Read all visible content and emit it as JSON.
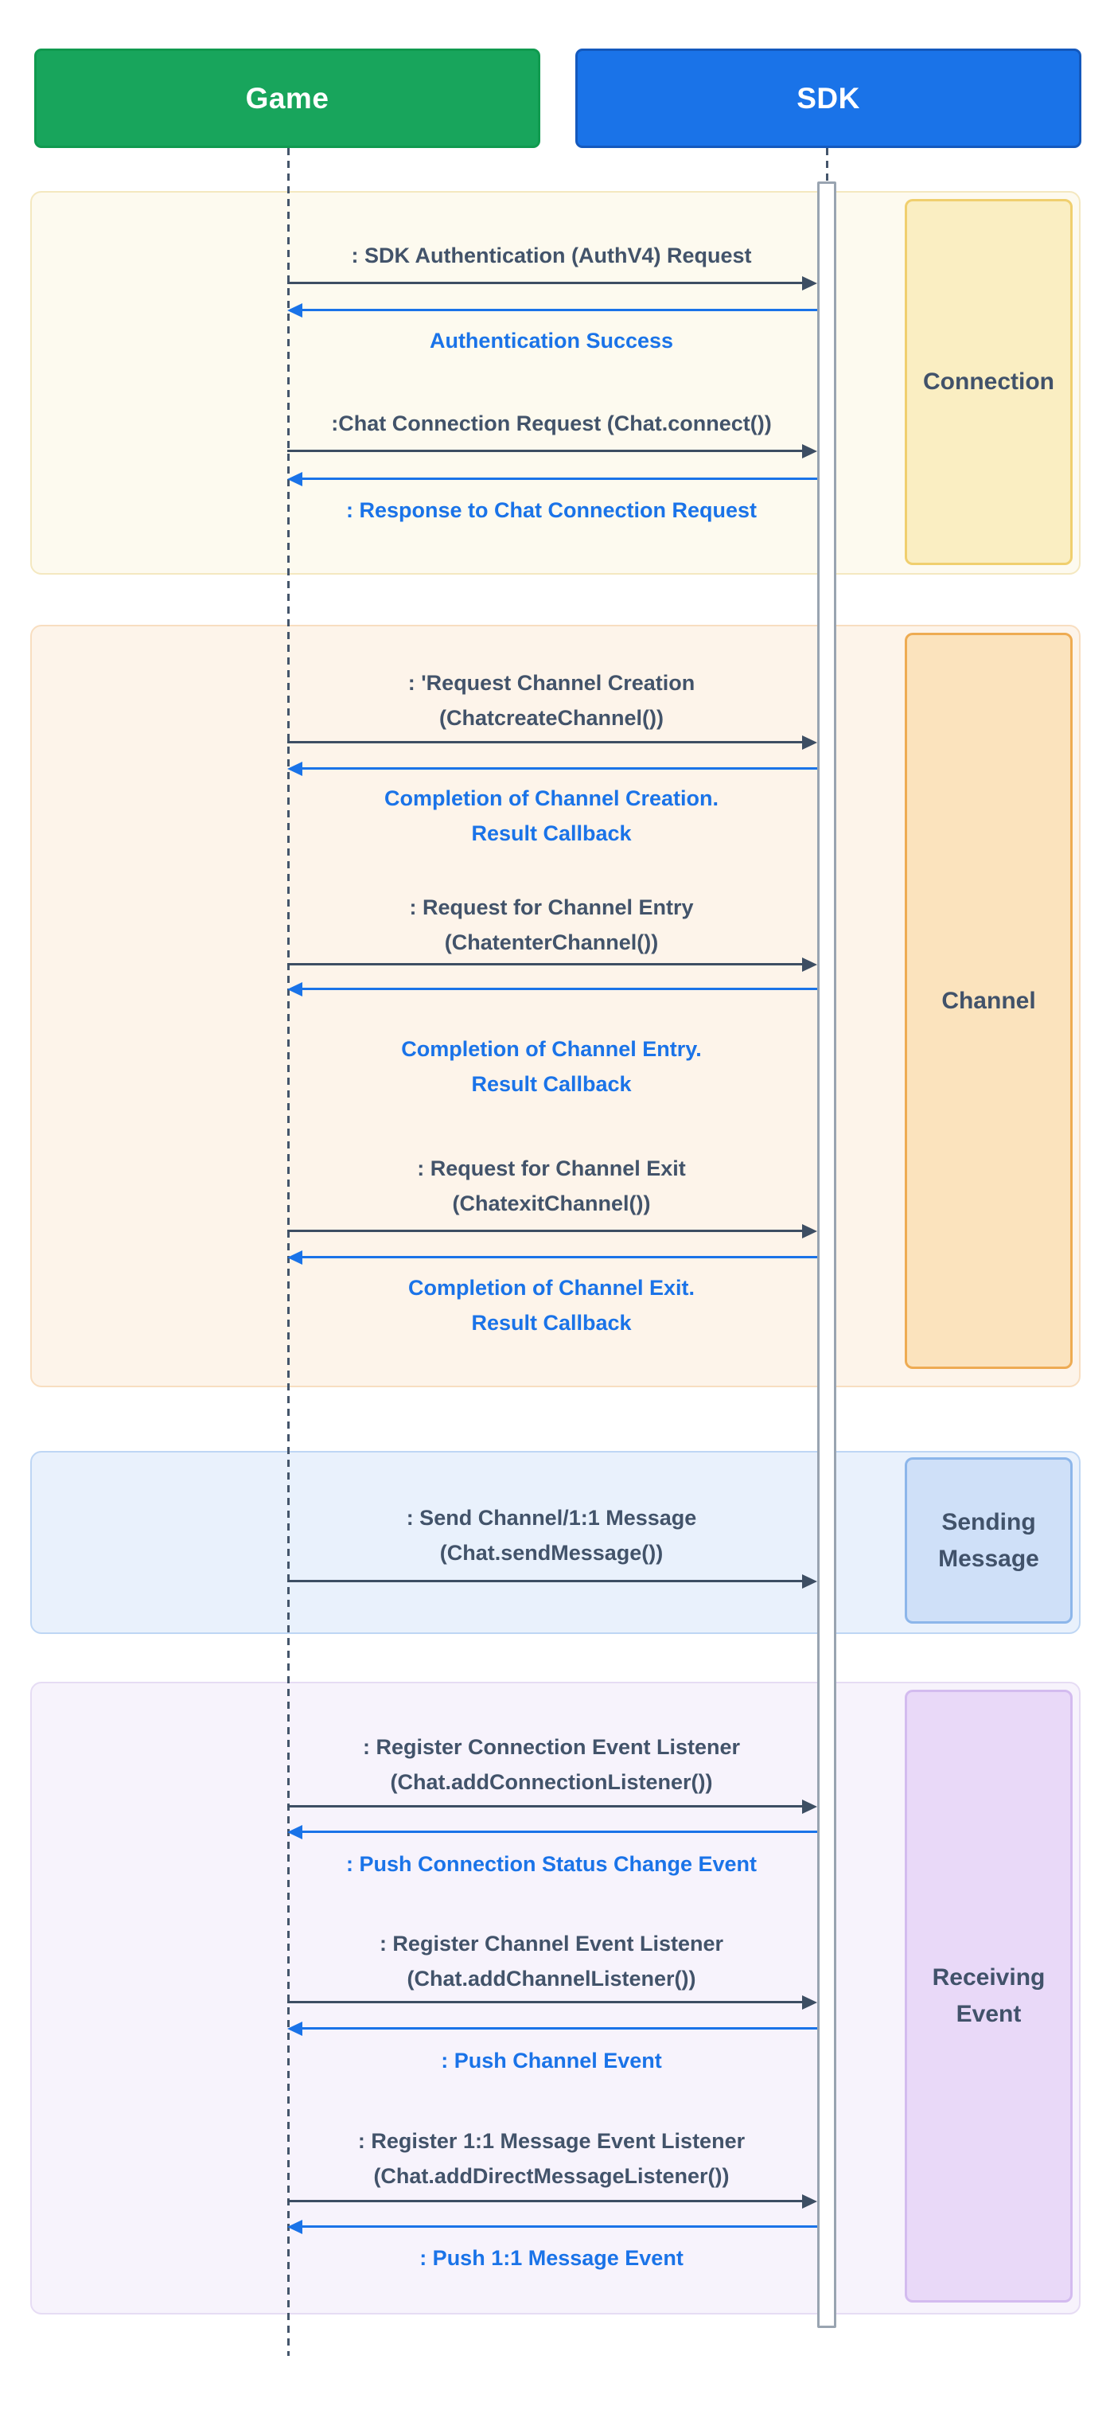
{
  "actors": [
    {
      "label": "Game"
    },
    {
      "label": "SDK"
    }
  ],
  "colors": {
    "actor_game_fill": "#18a55c",
    "actor_game_border": "#109a4f",
    "actor_sdk_fill": "#1a73e8",
    "actor_sdk_border": "#1459bd",
    "request_arrow_and_text": "#3d4e63",
    "response_arrow_and_text": "#1a73e8",
    "lifeline": "#44556b",
    "activation_bar_border": "#99a4b1",
    "section_connection_bg": "#fdfaef",
    "section_channel_bg": "#fdf4ea",
    "section_sending_bg": "#e9f1fc",
    "section_receiving_bg": "#f7f3fc",
    "label_connection_fill": "#faeec2",
    "label_channel_fill": "#fbe3bd",
    "label_sending_fill": "#cfe0f8",
    "label_receiving_fill": "#e9d9f8"
  },
  "sections": [
    {
      "label": "Connection",
      "messages": [
        {
          "kind": "request",
          "lines": [
            ": SDK Authentication (AuthV4) Request"
          ]
        },
        {
          "kind": "response",
          "lines": [
            "Authentication Success"
          ]
        },
        {
          "kind": "request",
          "lines": [
            ":Chat Connection Request (Chat.connect())"
          ]
        },
        {
          "kind": "response",
          "lines": [
            ": Response to Chat Connection Request"
          ]
        }
      ]
    },
    {
      "label": "Channel",
      "messages": [
        {
          "kind": "request",
          "lines": [
            ": 'Request Channel Creation",
            "(ChatcreateChannel())"
          ]
        },
        {
          "kind": "response",
          "lines": [
            "Completion of Channel Creation.",
            "Result Callback"
          ]
        },
        {
          "kind": "request",
          "lines": [
            ": Request for Channel Entry",
            "(ChatenterChannel())"
          ]
        },
        {
          "kind": "response",
          "lines": [
            "Completion of Channel Entry.",
            "Result Callback"
          ]
        },
        {
          "kind": "request",
          "lines": [
            ": Request for Channel Exit",
            "(ChatexitChannel())"
          ]
        },
        {
          "kind": "response",
          "lines": [
            "Completion of Channel Exit.",
            "Result Callback"
          ]
        }
      ]
    },
    {
      "label": "Sending Message",
      "messages": [
        {
          "kind": "request",
          "lines": [
            ": Send Channel/1:1 Message",
            "(Chat.sendMessage())"
          ]
        }
      ]
    },
    {
      "label": "Receiving Event",
      "messages": [
        {
          "kind": "request",
          "lines": [
            ": Register Connection Event Listener",
            "(Chat.addConnectionListener())"
          ]
        },
        {
          "kind": "response",
          "lines": [
            ": Push Connection Status Change Event"
          ]
        },
        {
          "kind": "request",
          "lines": [
            ": Register Channel Event Listener",
            "(Chat.addChannelListener())"
          ]
        },
        {
          "kind": "response",
          "lines": [
            ": Push Channel Event"
          ]
        },
        {
          "kind": "request",
          "lines": [
            ": Register 1:1 Message Event Listener",
            "(Chat.addDirectMessageListener())"
          ]
        },
        {
          "kind": "response",
          "lines": [
            ": Push 1:1 Message Event"
          ]
        }
      ]
    }
  ]
}
